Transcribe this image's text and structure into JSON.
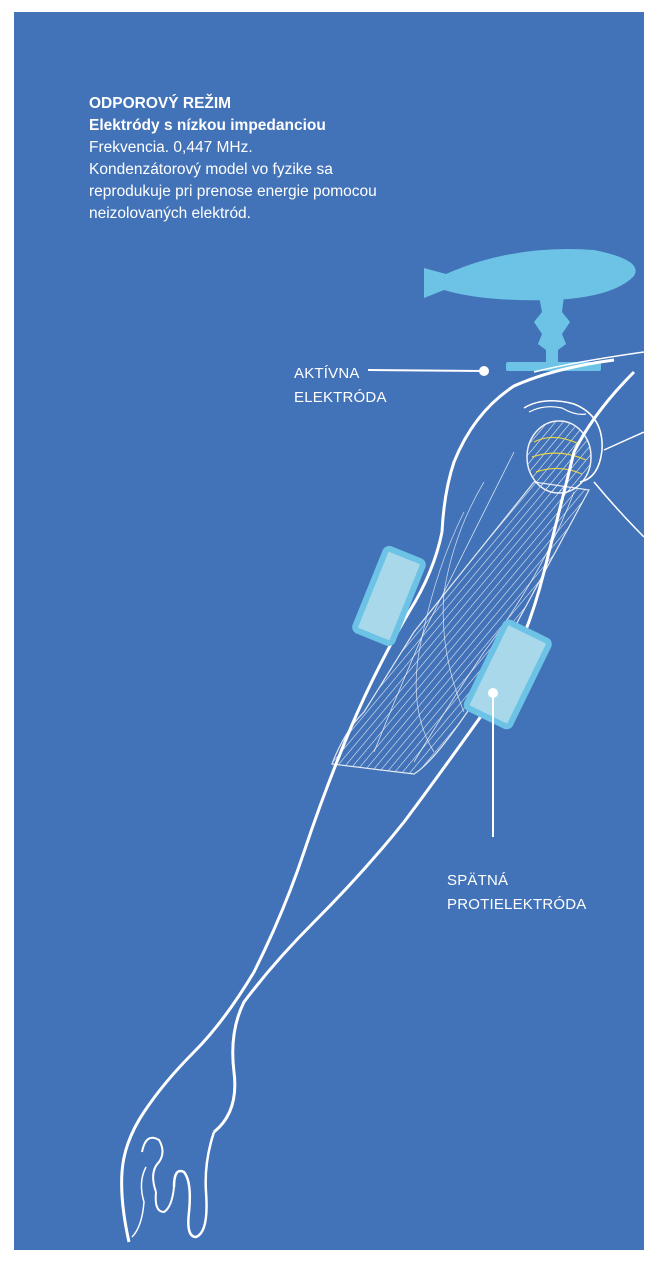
{
  "description": {
    "mode_title": "ODPOROVÝ REŽIM",
    "subtitle": "Elektródy s nízkou impedanciou",
    "frequency": "Frekvencia. 0,447 MHz.",
    "body": "Kondenzátorový model vo fyzike sa reprodukuje pri prenose energie pomocou neizolovaných elektród."
  },
  "labels": {
    "active_electrode": [
      "AKTÍVNA",
      "ELEKTRÓDA"
    ],
    "return_electrode": [
      "SPÄTNÁ",
      "PROTIELEKTRÓDA"
    ]
  },
  "colors": {
    "background": "#4272b8",
    "electrode_light": "#6cc3e6",
    "pad_fill": "#a9d8ea",
    "outline": "#ffffff"
  },
  "icons": [
    "handpiece-icon",
    "arm-illustration",
    "pad-electrode-icon"
  ]
}
